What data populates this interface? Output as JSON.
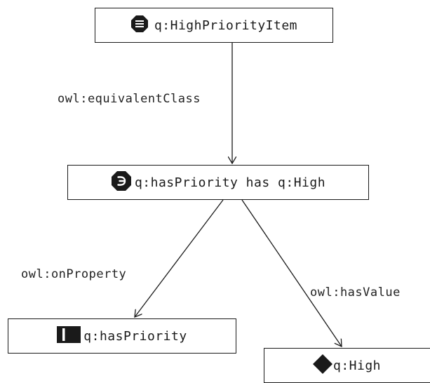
{
  "nodes": {
    "item": {
      "label": "q:HighPriorityItem",
      "icon": "class-octagon-icon"
    },
    "restriction": {
      "label": "q:hasPriority has q:High",
      "icon": "exists-octagon-icon"
    },
    "property": {
      "label": "q:hasPriority",
      "icon": "object-property-icon"
    },
    "value": {
      "label": "q:High",
      "icon": "individual-diamond-icon"
    }
  },
  "edges": {
    "equivalent": {
      "label": "owl:equivalentClass"
    },
    "on_property": {
      "label": "owl:onProperty"
    },
    "has_value": {
      "label": "owl:hasValue"
    }
  },
  "colors": {
    "line": "#1a1a1a",
    "icon": "#1a1a1a"
  }
}
